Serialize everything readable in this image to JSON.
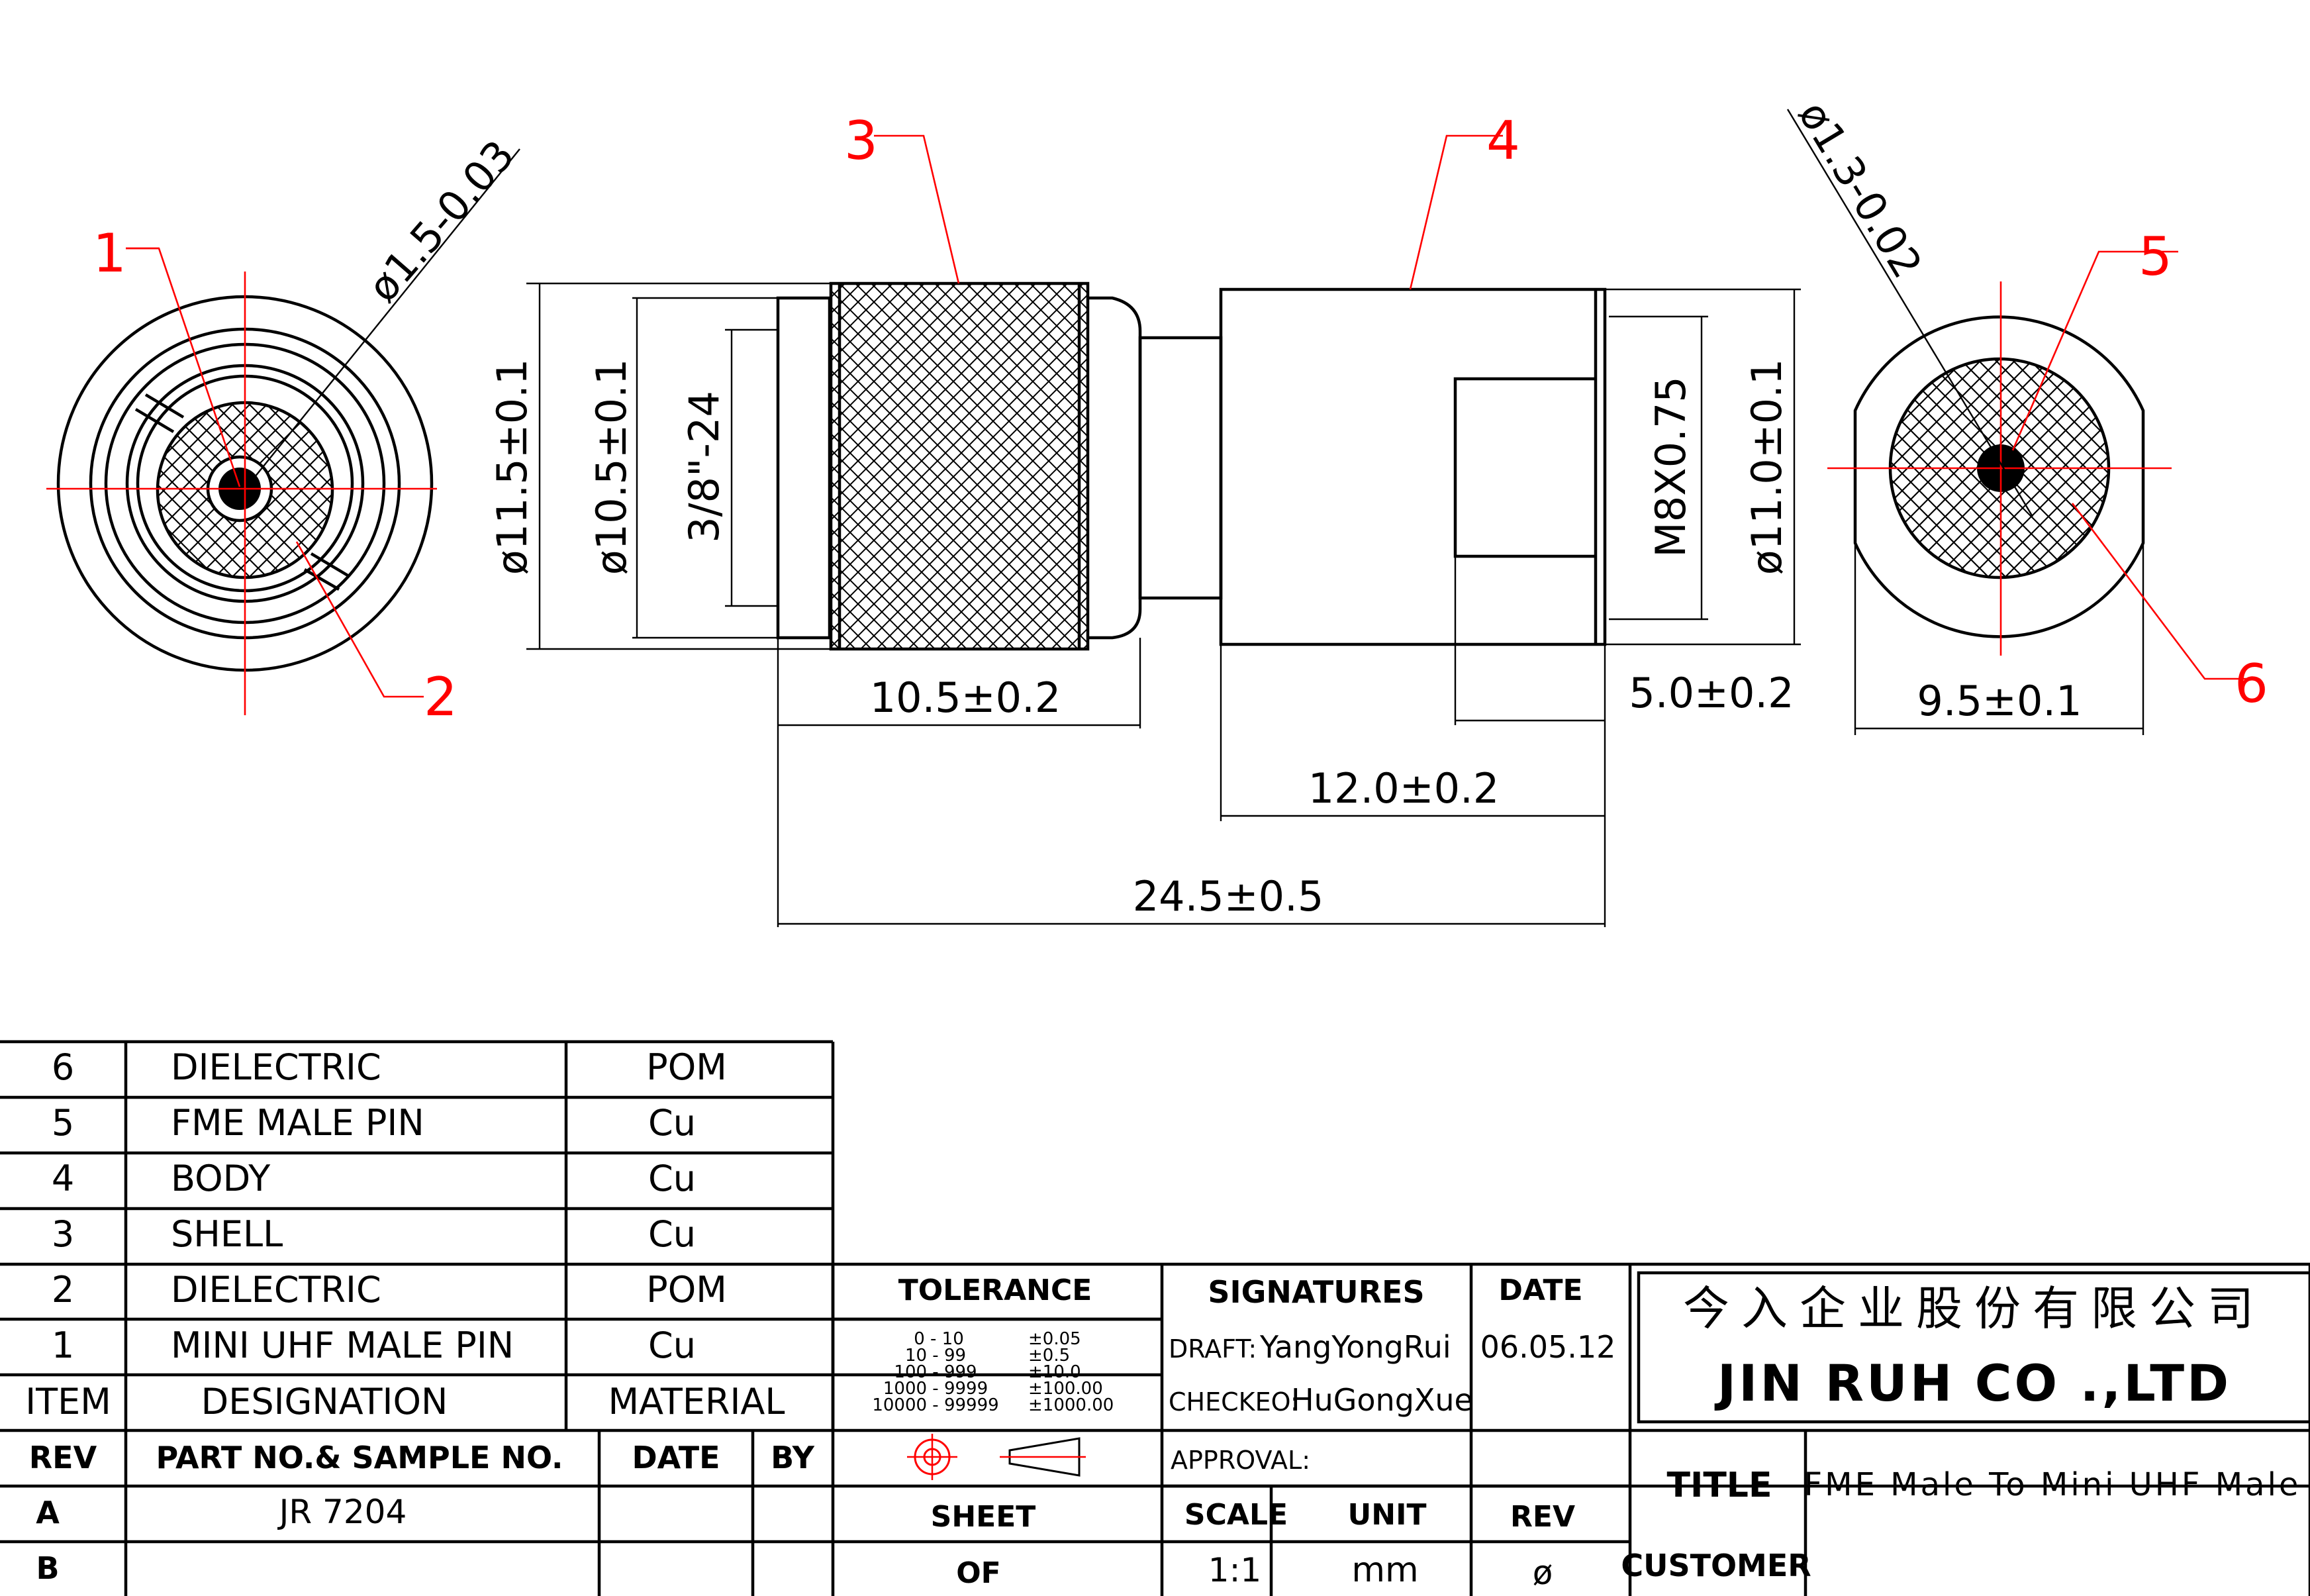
{
  "drawing": {
    "callouts": [
      "1",
      "2",
      "3",
      "4",
      "5",
      "6"
    ],
    "dimensions": {
      "left_pin_dia": "ø1.5-0.03",
      "right_pin_dia": "ø1.3-0.02",
      "shell_od": "ø11.5±0.1",
      "knurl_od": "ø10.5±0.1",
      "thread_left": "3/8\"-24",
      "thread_right": "M8X0.75",
      "body_od": "ø11.0±0.1",
      "shell_len": "10.5±0.2",
      "body_len": "12.0±0.2",
      "bore_len": "5.0±0.2",
      "total_len": "24.5±0.5",
      "right_face_dia": "9.5±0.1"
    }
  },
  "bom": {
    "rows": [
      {
        "item": "6",
        "designation": "DIELECTRIC",
        "material": "POM"
      },
      {
        "item": "5",
        "designation": "FME MALE PIN",
        "material": "Cu"
      },
      {
        "item": "4",
        "designation": "BODY",
        "material": "Cu"
      },
      {
        "item": "3",
        "designation": "SHELL",
        "material": "Cu"
      },
      {
        "item": "2",
        "designation": "DIELECTRIC",
        "material": "POM"
      },
      {
        "item": "1",
        "designation": "MINI UHF MALE PIN",
        "material": "Cu"
      }
    ],
    "headers": {
      "item": "ITEM",
      "designation": "DESIGNATION",
      "material": "MATERIAL"
    }
  },
  "rev_table": {
    "headers": {
      "rev": "REV",
      "part": "PART NO.& SAMPLE NO.",
      "date": "DATE",
      "by": "BY"
    },
    "rows": [
      {
        "rev": "A",
        "part": "JR 7204"
      },
      {
        "rev": "B",
        "part": ""
      }
    ]
  },
  "tolerance": {
    "title": "TOLERANCE",
    "rows": [
      {
        "range": "0 - 10",
        "tol": "±0.05"
      },
      {
        "range": "10 - 99",
        "tol": "±0.5"
      },
      {
        "range": "100 - 999",
        "tol": "±10.0"
      },
      {
        "range": "1000 - 9999",
        "tol": "±100.00"
      },
      {
        "range": "10000 - 99999",
        "tol": "±1000.00"
      }
    ],
    "sheet": "SHEET",
    "of": "OF"
  },
  "signatures": {
    "title": "SIGNATURES",
    "date_header": "DATE",
    "draft_label": "DRAFT:",
    "draft_name": "YangYongRui",
    "draft_date": "06.05.12",
    "checked_label": "CHECKEO:",
    "checked_name": "HuGongXue",
    "approval_label": "APPROVAL:",
    "scale_label": "SCALE",
    "scale": "1:1",
    "unit_label": "UNIT",
    "unit": "mm",
    "rev_label": "REV",
    "rev": "ø"
  },
  "company": {
    "name_cn": "今入企业股份有限公司",
    "name_en": "JIN RUH CO .,LTD"
  },
  "title_block": {
    "title_label": "TITLE",
    "title": "FME Male To Mini UHF Male",
    "customer_label": "CUSTOMER",
    "customer": ""
  }
}
